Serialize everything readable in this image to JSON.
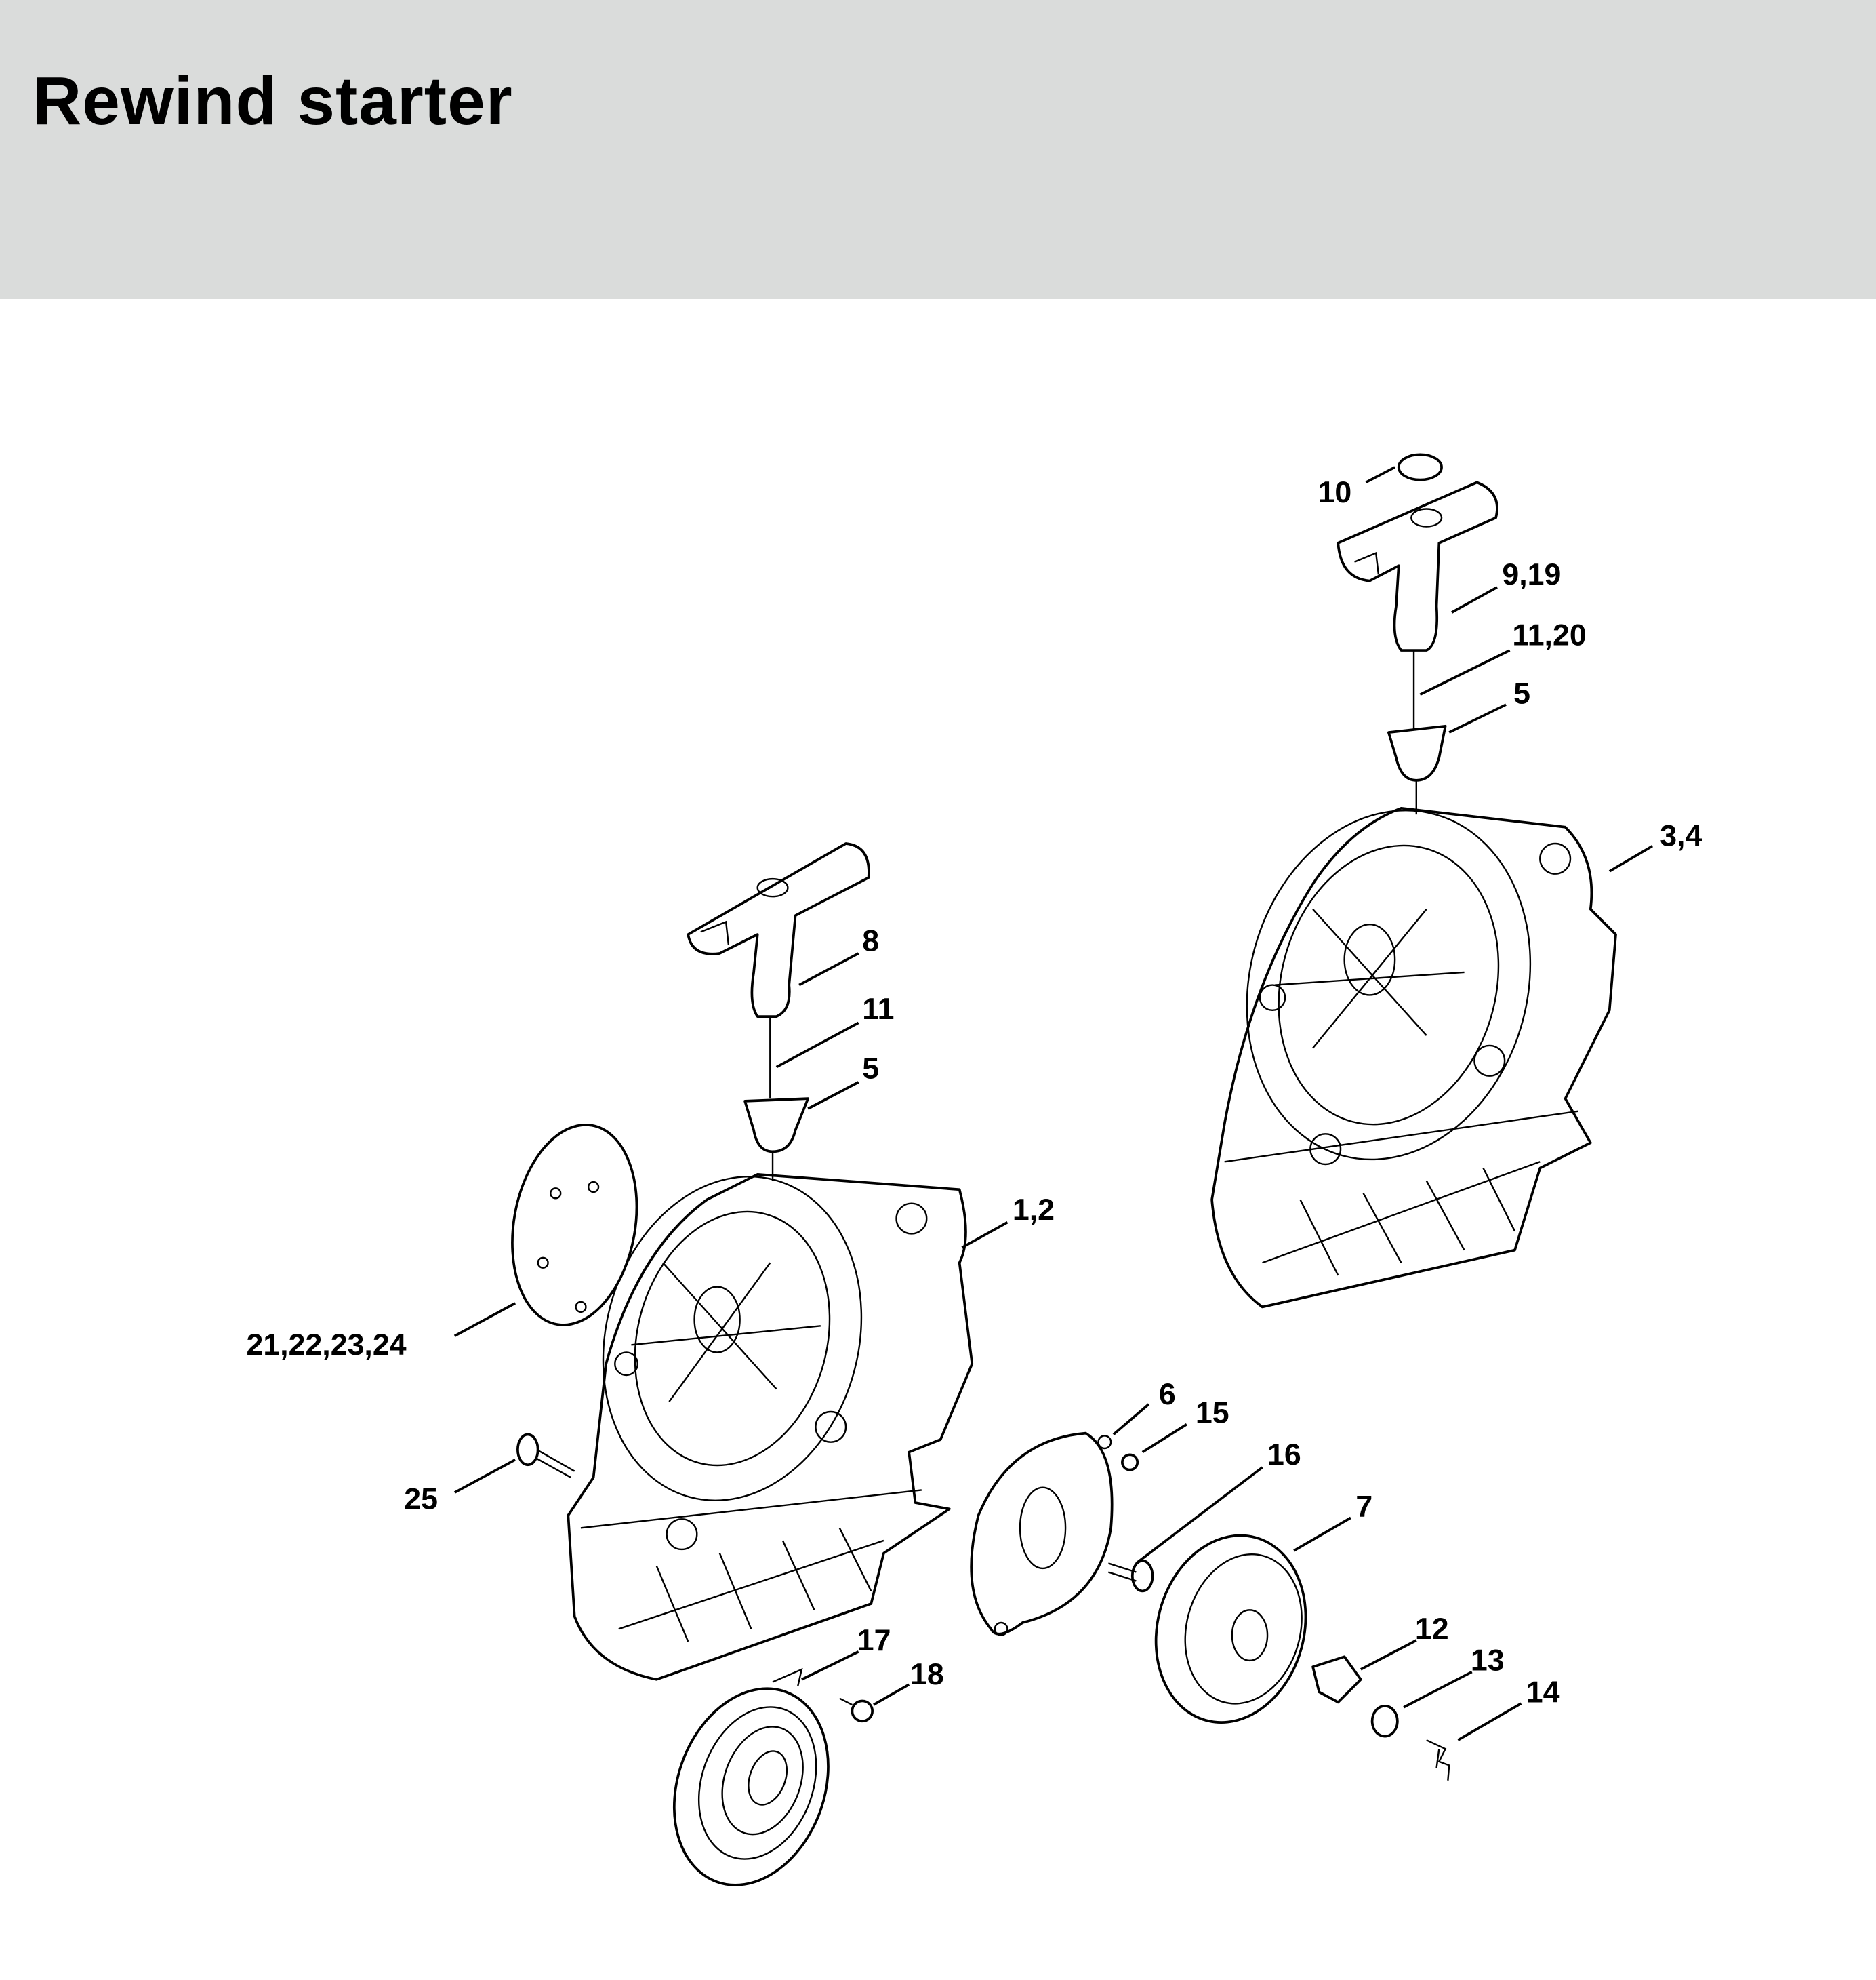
{
  "header": {
    "title": "Rewind starter",
    "background": "#dadcdb"
  },
  "callouts": [
    {
      "id": "c10",
      "label": "10"
    },
    {
      "id": "c9-19",
      "label": "9,19"
    },
    {
      "id": "c11-20",
      "label": "11,20"
    },
    {
      "id": "c5-upper",
      "label": "5"
    },
    {
      "id": "c3-4",
      "label": "3,4"
    },
    {
      "id": "c8",
      "label": "8"
    },
    {
      "id": "c11",
      "label": "11"
    },
    {
      "id": "c5-lower",
      "label": "5"
    },
    {
      "id": "c1-2",
      "label": "1,2"
    },
    {
      "id": "c21-24",
      "label": "21,22,23,24"
    },
    {
      "id": "c25",
      "label": "25"
    },
    {
      "id": "c6",
      "label": "6"
    },
    {
      "id": "c15",
      "label": "15"
    },
    {
      "id": "c16",
      "label": "16"
    },
    {
      "id": "c7",
      "label": "7"
    },
    {
      "id": "c12",
      "label": "12"
    },
    {
      "id": "c13",
      "label": "13"
    },
    {
      "id": "c14",
      "label": "14"
    },
    {
      "id": "c17",
      "label": "17"
    },
    {
      "id": "c18",
      "label": "18"
    }
  ]
}
